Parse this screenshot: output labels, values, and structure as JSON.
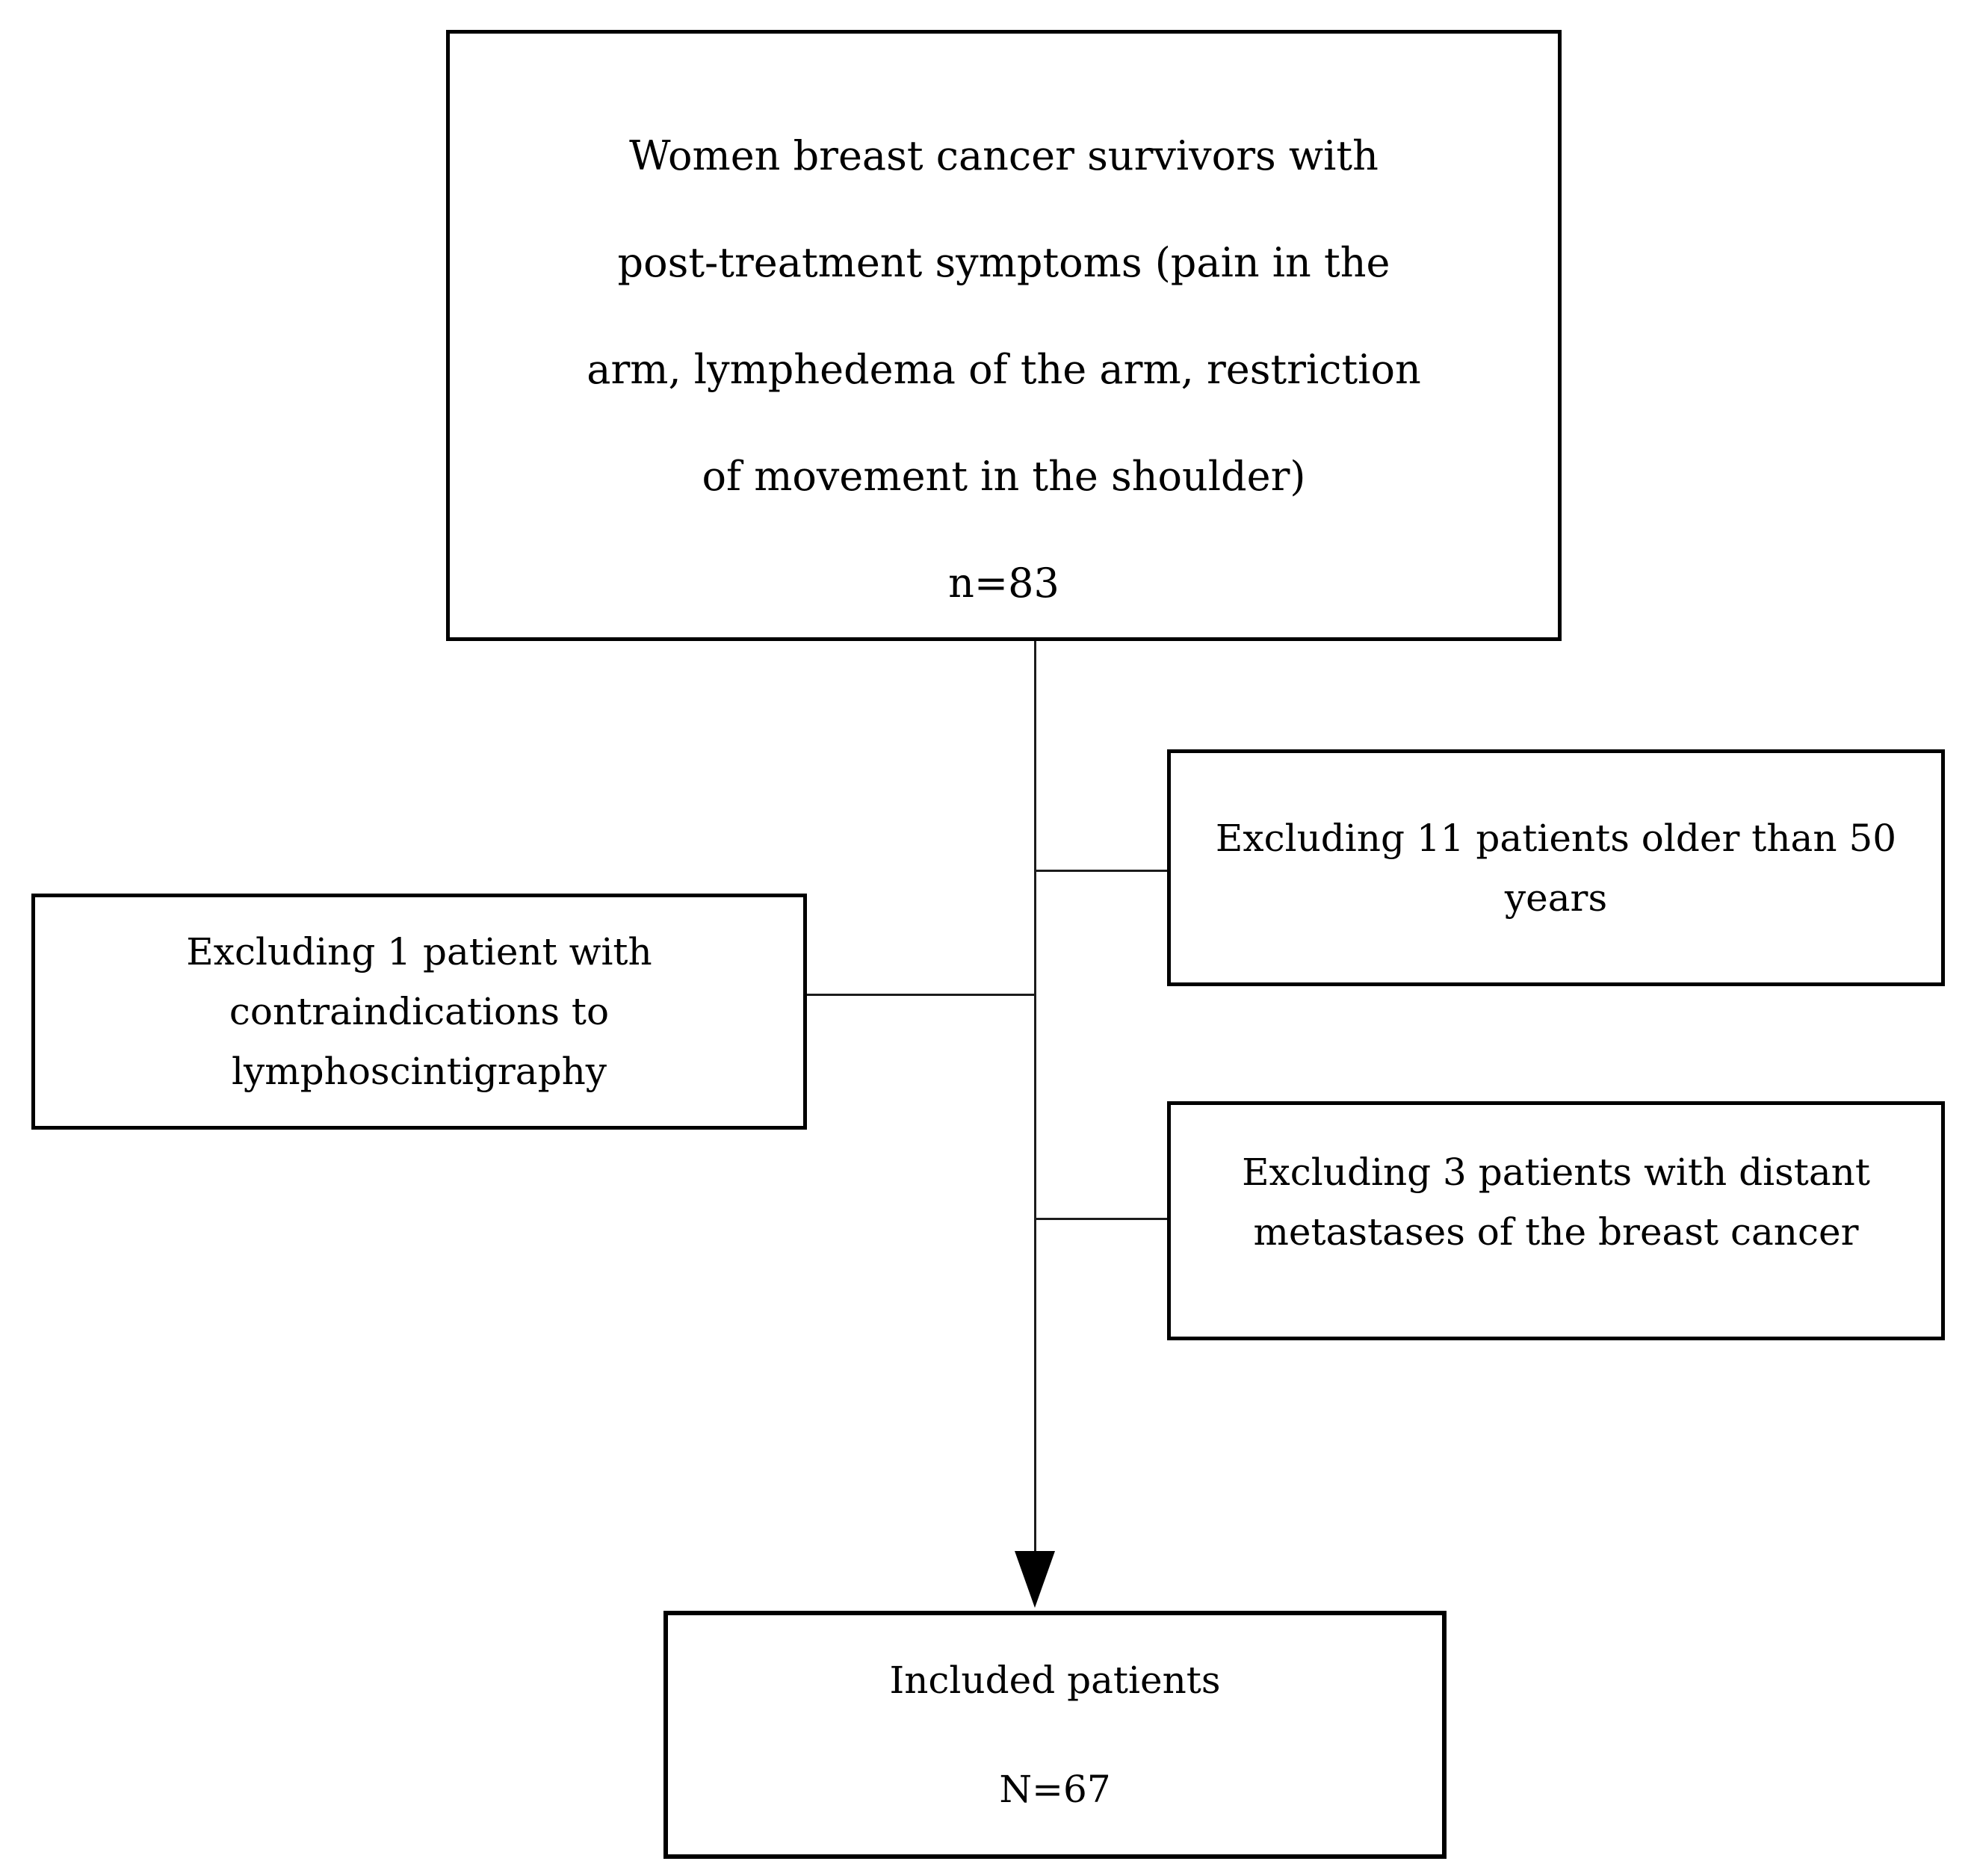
{
  "colors": {
    "background": "#ffffff",
    "box_border": "#000000",
    "text": "#000000",
    "connector": "#1c1c1c"
  },
  "nodes": {
    "population": {
      "lines": [
        "Women breast cancer survivors with",
        "post-treatment symptoms (pain in the",
        "arm, lymphedema of the arm, restriction",
        "of movement in the shoulder)",
        "n=83"
      ]
    },
    "exclusion_age": {
      "lines": [
        "Excluding 11 patients older than 50",
        "years"
      ]
    },
    "exclusion_contra": {
      "lines": [
        "Excluding 1 patient with",
        "contraindications to",
        "lymphoscintigraphy"
      ]
    },
    "exclusion_mets": {
      "lines": [
        "Excluding 3 patients with distant",
        "metastases of the breast cancer"
      ]
    },
    "included": {
      "lines": [
        "Included patients",
        "N=67"
      ]
    }
  },
  "edges": [
    {
      "from": "population",
      "to": "exclusion_age",
      "style": "line"
    },
    {
      "from": "exclusion_contra",
      "to": "population",
      "style": "line"
    },
    {
      "from": "population",
      "to": "exclusion_mets",
      "style": "line"
    },
    {
      "from": "population",
      "to": "included",
      "style": "arrow"
    }
  ]
}
